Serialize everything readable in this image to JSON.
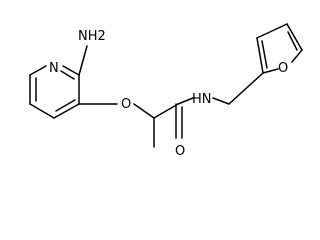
{
  "labels": {
    "amino": "NH2",
    "ring_nitrogen": "N",
    "ether_oxygen": "O",
    "amide_nh": "HN",
    "carbonyl_oxygen": "O",
    "furan_oxygen": "O"
  }
}
